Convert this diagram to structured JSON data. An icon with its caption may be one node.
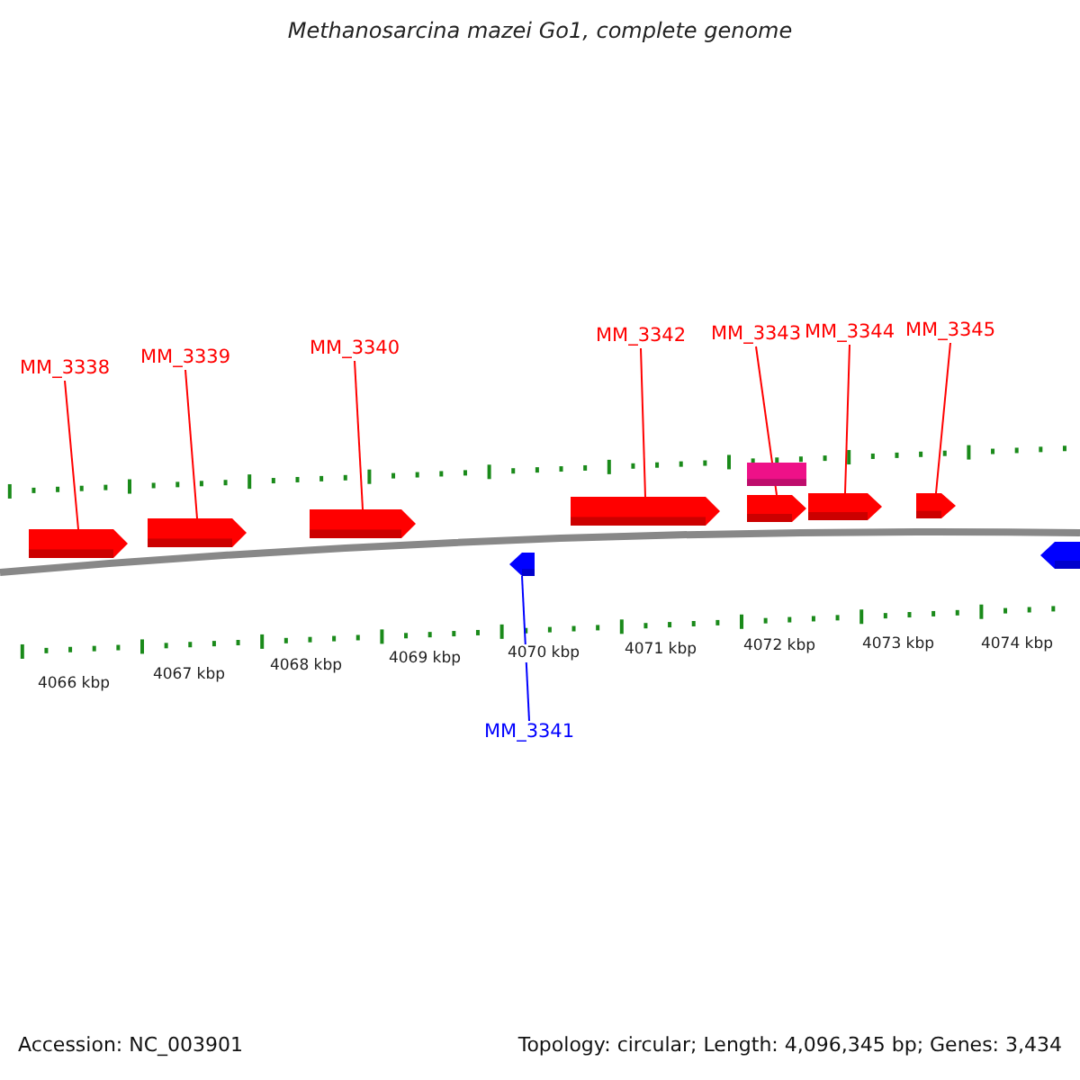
{
  "diagram": {
    "title": "Methanosarcina mazei Go1, complete genome",
    "nodes": [
      {
        "text": [
          "MM_3338"
        ]
      },
      {
        "text": [
          "MM_3339"
        ]
      },
      {
        "text": [
          "MM_3340"
        ]
      },
      {
        "text": [
          "MM_3342"
        ]
      },
      {
        "text": [
          "MM_3343"
        ]
      },
      {
        "text": [
          "MM_3344"
        ]
      },
      {
        "text": [
          "MM_3345"
        ]
      },
      {
        "text": [],
        "shape": "box"
      },
      {
        "text": [],
        "shape": "arrow"
      },
      {
        "text": [],
        "shape": "arrow"
      },
      {
        "text": [],
        "shape": "arrow"
      },
      {
        "text": [],
        "shape": "arrow"
      },
      {
        "text": [],
        "shape": "arrow"
      },
      {
        "text": [],
        "shape": "arrow"
      },
      {
        "text": [],
        "shape": "arrow"
      },
      {
        "text": [],
        "shape": "arrow"
      },
      {
        "text": [],
        "shape": "arrow"
      },
      {
        "text": [
          "MM_3341"
        ]
      }
    ],
    "edges": [
      {
        "from": 0,
        "to": 8,
        "arrow": "none"
      },
      {
        "from": 1,
        "to": 9,
        "arrow": "none"
      },
      {
        "from": 2,
        "to": 10,
        "arrow": "none"
      },
      {
        "from": 3,
        "to": 11,
        "arrow": "none"
      },
      {
        "from": 4,
        "to": 12,
        "arrow": "none"
      },
      {
        "from": 5,
        "to": 13,
        "arrow": "none"
      },
      {
        "from": 6,
        "to": 14,
        "arrow": "none"
      },
      {
        "from": 17,
        "to": 15,
        "arrow": "none",
        "color": "#0000ff"
      }
    ],
    "labels": [
      "4066 kbp",
      "4067 kbp",
      "4068 kbp",
      "4069 kbp",
      "4070 kbp",
      "4071 kbp",
      "4072 kbp",
      "4073 kbp",
      "4074 kbp",
      "Accession: NC_003901",
      "Topology: circular; Length: 4,096,345 bp; Genes: 3,434"
    ]
  }
}
